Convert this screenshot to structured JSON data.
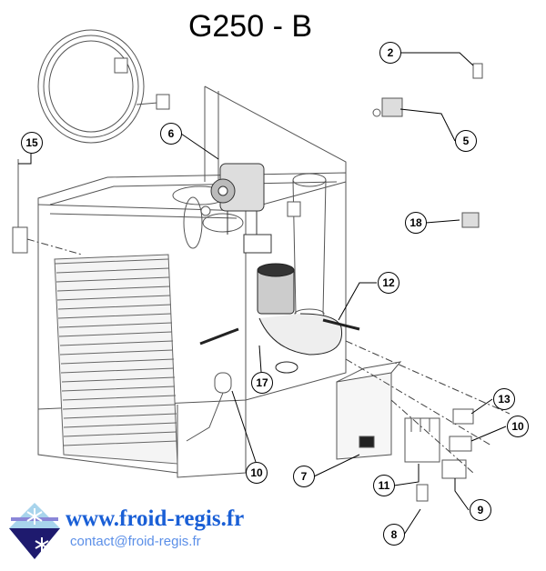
{
  "title": "G250 - B",
  "callouts": [
    {
      "label": "2"
    },
    {
      "label": "5"
    },
    {
      "label": "6"
    },
    {
      "label": "15"
    },
    {
      "label": "18"
    },
    {
      "label": "12"
    },
    {
      "label": "17"
    },
    {
      "label": "10"
    },
    {
      "label": "7"
    },
    {
      "label": "13"
    },
    {
      "label": "10"
    },
    {
      "label": "11"
    },
    {
      "label": "9"
    },
    {
      "label": "8"
    }
  ],
  "footer": {
    "website": "www.froid-regis.fr",
    "email": "contact@froid-regis.fr"
  },
  "colors": {
    "link": "#1a5fd6",
    "email": "#5b8fe8",
    "logo_dark": "#1e1a6e",
    "logo_light": "#a8d4ec"
  }
}
